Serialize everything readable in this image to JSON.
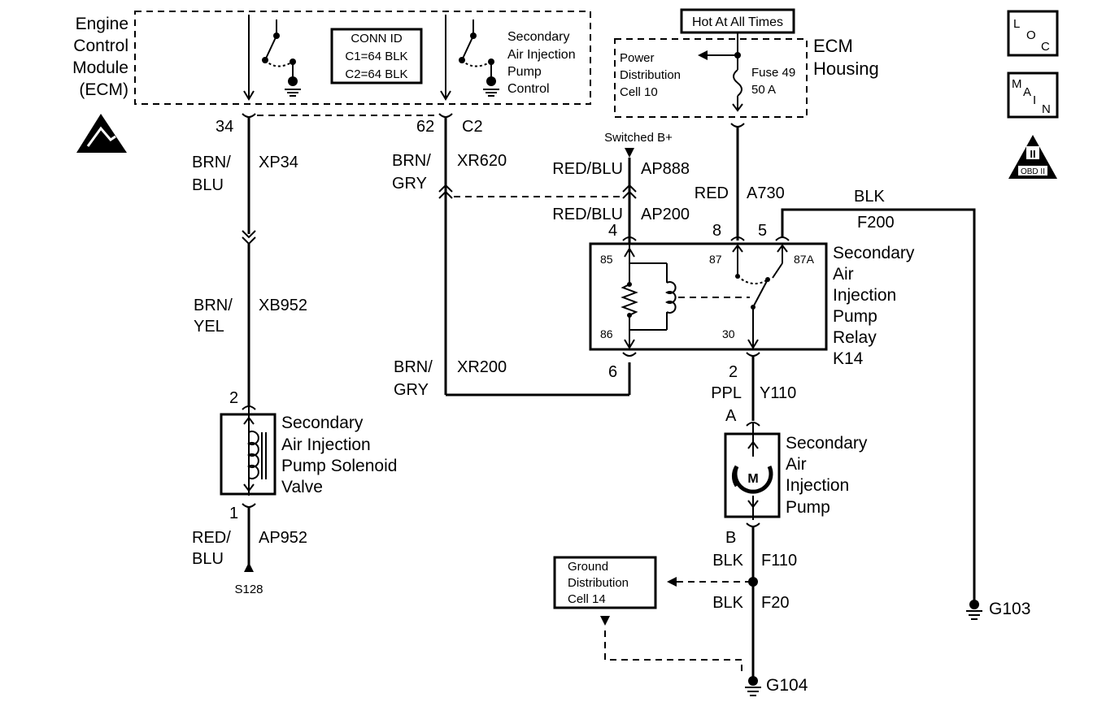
{
  "ecm": {
    "label_lines": [
      "Engine",
      "Control",
      "Module",
      "(ECM)"
    ],
    "conn_id_title": "CONN ID",
    "conn_id_c1": "C1=64 BLK",
    "conn_id_c2": "C2=64 BLK",
    "control_label_lines": [
      "Secondary",
      "Air Injection",
      "Pump",
      "Control"
    ]
  },
  "ecm_housing": {
    "hot_label": "Hot At All Times",
    "label_lines": [
      "ECM",
      "Housing"
    ],
    "power_dist_lines": [
      "Power",
      "Distribution",
      "Cell 10"
    ],
    "fuse_lines": [
      "Fuse 49",
      "50 A"
    ]
  },
  "icons": {
    "loc": [
      "L",
      "O",
      "C"
    ],
    "main": [
      "M",
      "A",
      "I",
      "N"
    ],
    "obd": "OBD II",
    "obd_numeral": "II"
  },
  "pins": {
    "ecm_34": "34",
    "ecm_62": "62",
    "ecm_c2": "C2",
    "relay_4": "4",
    "relay_8": "8",
    "relay_5": "5",
    "relay_6": "6",
    "relay_2": "2",
    "pump_a": "A",
    "pump_b": "B",
    "sol_2": "2",
    "sol_1": "1"
  },
  "wires": {
    "xp34_color_lines": [
      "BRN/",
      "BLU"
    ],
    "xp34_id": "XP34",
    "xb952_color_lines": [
      "BRN/",
      "YEL"
    ],
    "xb952_id": "XB952",
    "ap952_color_lines": [
      "RED/",
      "BLU"
    ],
    "ap952_id": "AP952",
    "xr620_color_lines": [
      "BRN/",
      "GRY"
    ],
    "xr620_id": "XR620",
    "xr200_color_lines": [
      "BRN/",
      "GRY"
    ],
    "xr200_id": "XR200",
    "switched_label": "Switched B+",
    "ap888_color": "RED/BLU",
    "ap888_id": "AP888",
    "ap200_color": "RED/BLU",
    "ap200_id": "AP200",
    "a730_color": "RED",
    "a730_id": "A730",
    "f200_color": "BLK",
    "f200_id": "F200",
    "y110_color": "PPL",
    "y110_id": "Y110",
    "f110_color": "BLK",
    "f110_id": "F110",
    "f20_color": "BLK",
    "f20_id": "F20"
  },
  "relay": {
    "label_lines": [
      "Secondary",
      "Air",
      "Injection",
      "Pump",
      "Relay",
      "K14"
    ],
    "terminals": [
      "85",
      "87",
      "87A",
      "86",
      "30"
    ]
  },
  "solenoid": {
    "label_lines": [
      "Secondary",
      "Air Injection",
      "Pump Solenoid",
      "Valve"
    ],
    "splice": "S128"
  },
  "pump": {
    "label_lines": [
      "Secondary",
      "Air",
      "Injection",
      "Pump"
    ],
    "motor_letter": "M"
  },
  "grounds": {
    "ground_dist_lines": [
      "Ground",
      "Distribution",
      "Cell 14"
    ],
    "g103": "G103",
    "g104": "G104"
  }
}
